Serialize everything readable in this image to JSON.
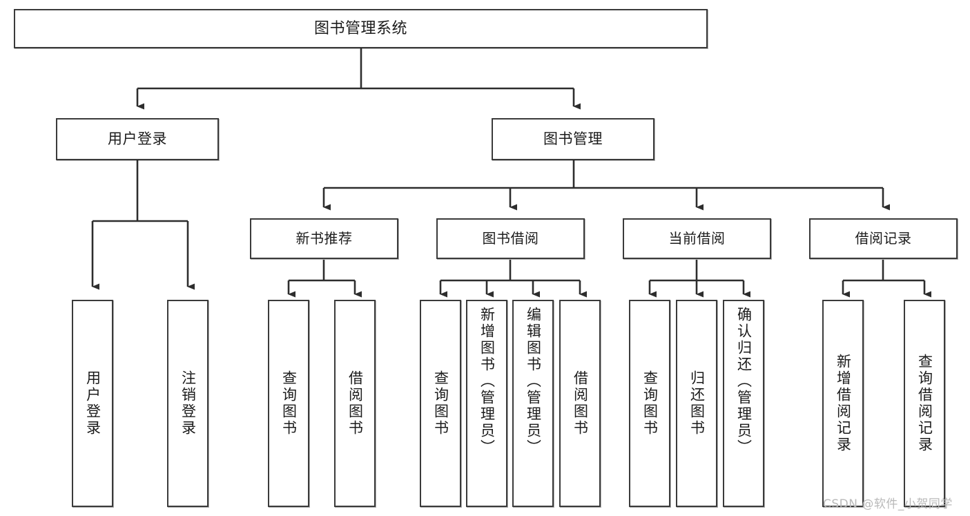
{
  "diagram": {
    "type": "tree-hierarchy",
    "title": "图书管理系统",
    "orientation": "top-down",
    "line_color": "#2d2d2d",
    "box_border_color": "#3a3a3a",
    "background": "#ffffff",
    "nodes": {
      "root": {
        "label": "图书管理系统"
      },
      "tier2": [
        {
          "label": "用户登录"
        },
        {
          "label": "图书管理"
        }
      ],
      "tier3": [
        {
          "label": "新书推荐"
        },
        {
          "label": "图书借阅"
        },
        {
          "label": "当前借阅"
        },
        {
          "label": "借阅记录"
        }
      ],
      "leaves": {
        "user_login": [
          {
            "label": "用户登录"
          },
          {
            "label": "注销登录"
          }
        ],
        "new_book": [
          {
            "label": "查询图书"
          },
          {
            "label": "借阅图书"
          }
        ],
        "borrow_book": [
          {
            "label": "查询图书"
          },
          {
            "label": "新增图书（管理员）"
          },
          {
            "label": "编辑图书（管理员）"
          },
          {
            "label": "借阅图书"
          }
        ],
        "current_borrow": [
          {
            "label": "查询图书"
          },
          {
            "label": "归还图书"
          },
          {
            "label": "确认归还（管理员）"
          }
        ],
        "borrow_record": [
          {
            "label": "新增借阅记录"
          },
          {
            "label": "查询借阅记录"
          }
        ]
      }
    }
  },
  "watermark": {
    "text": "CSDN @软件_小贺同学",
    "color": "#b9b9b9"
  }
}
